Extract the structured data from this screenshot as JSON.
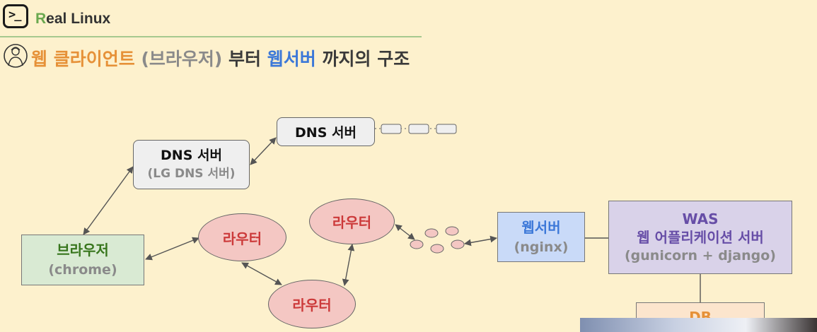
{
  "header": {
    "brand_first_letter": "R",
    "brand_rest": "eal Linux",
    "logo_glyph": ">_",
    "title_part1": "웹 클라이언트",
    "title_part2": "(브라우저)",
    "title_part3": "부터",
    "title_part4": "웹서버",
    "title_part5": "까지의 구조"
  },
  "diagram": {
    "dns_main": {
      "label": "DNS 서버"
    },
    "dns_local": {
      "label": "DNS 서버",
      "sub": "(LG DNS 서버)"
    },
    "browser": {
      "label": "브라우저",
      "sub": "(chrome)"
    },
    "router_1": "라우터",
    "router_2": "라우터",
    "router_3": "라우터",
    "webserver": {
      "label": "웹서버",
      "sub": "(nginx)"
    },
    "was": {
      "label": "WAS",
      "label2": "웹 어플리케이션 서버",
      "sub": "(gunicorn + django)"
    },
    "db": {
      "label": "DB"
    }
  },
  "colors": {
    "background": "#fdf1cd",
    "browser": "#d9ead3",
    "router": "#f4c7c3",
    "webserver": "#c9daf8",
    "was": "#d9d2e9",
    "db": "#fce5cd",
    "dns": "#efefef"
  },
  "icons": [
    "terminal-icon",
    "user-avatar-icon"
  ]
}
